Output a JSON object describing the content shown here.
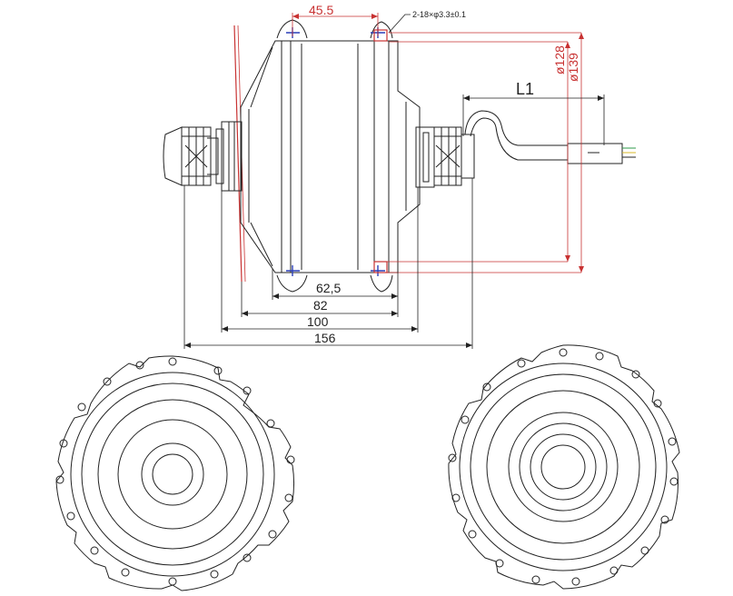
{
  "dimensions": {
    "spoke_spacing": "45.5",
    "spoke_hole_note": "2-18×φ3.3±0.1",
    "flange_dia_inner": "ø128",
    "flange_dia_outer": "ø139",
    "cable_length": "L1",
    "shell_width": "62,5",
    "stator_width": "82",
    "dropout_width": "100",
    "axle_length": "156"
  },
  "colors": {
    "line": "#222222",
    "dim_red": "#c83232",
    "bolt_blue": "#2a3fb8",
    "wire_green": "#2e9b48",
    "wire_yellow": "#d8b82a"
  }
}
